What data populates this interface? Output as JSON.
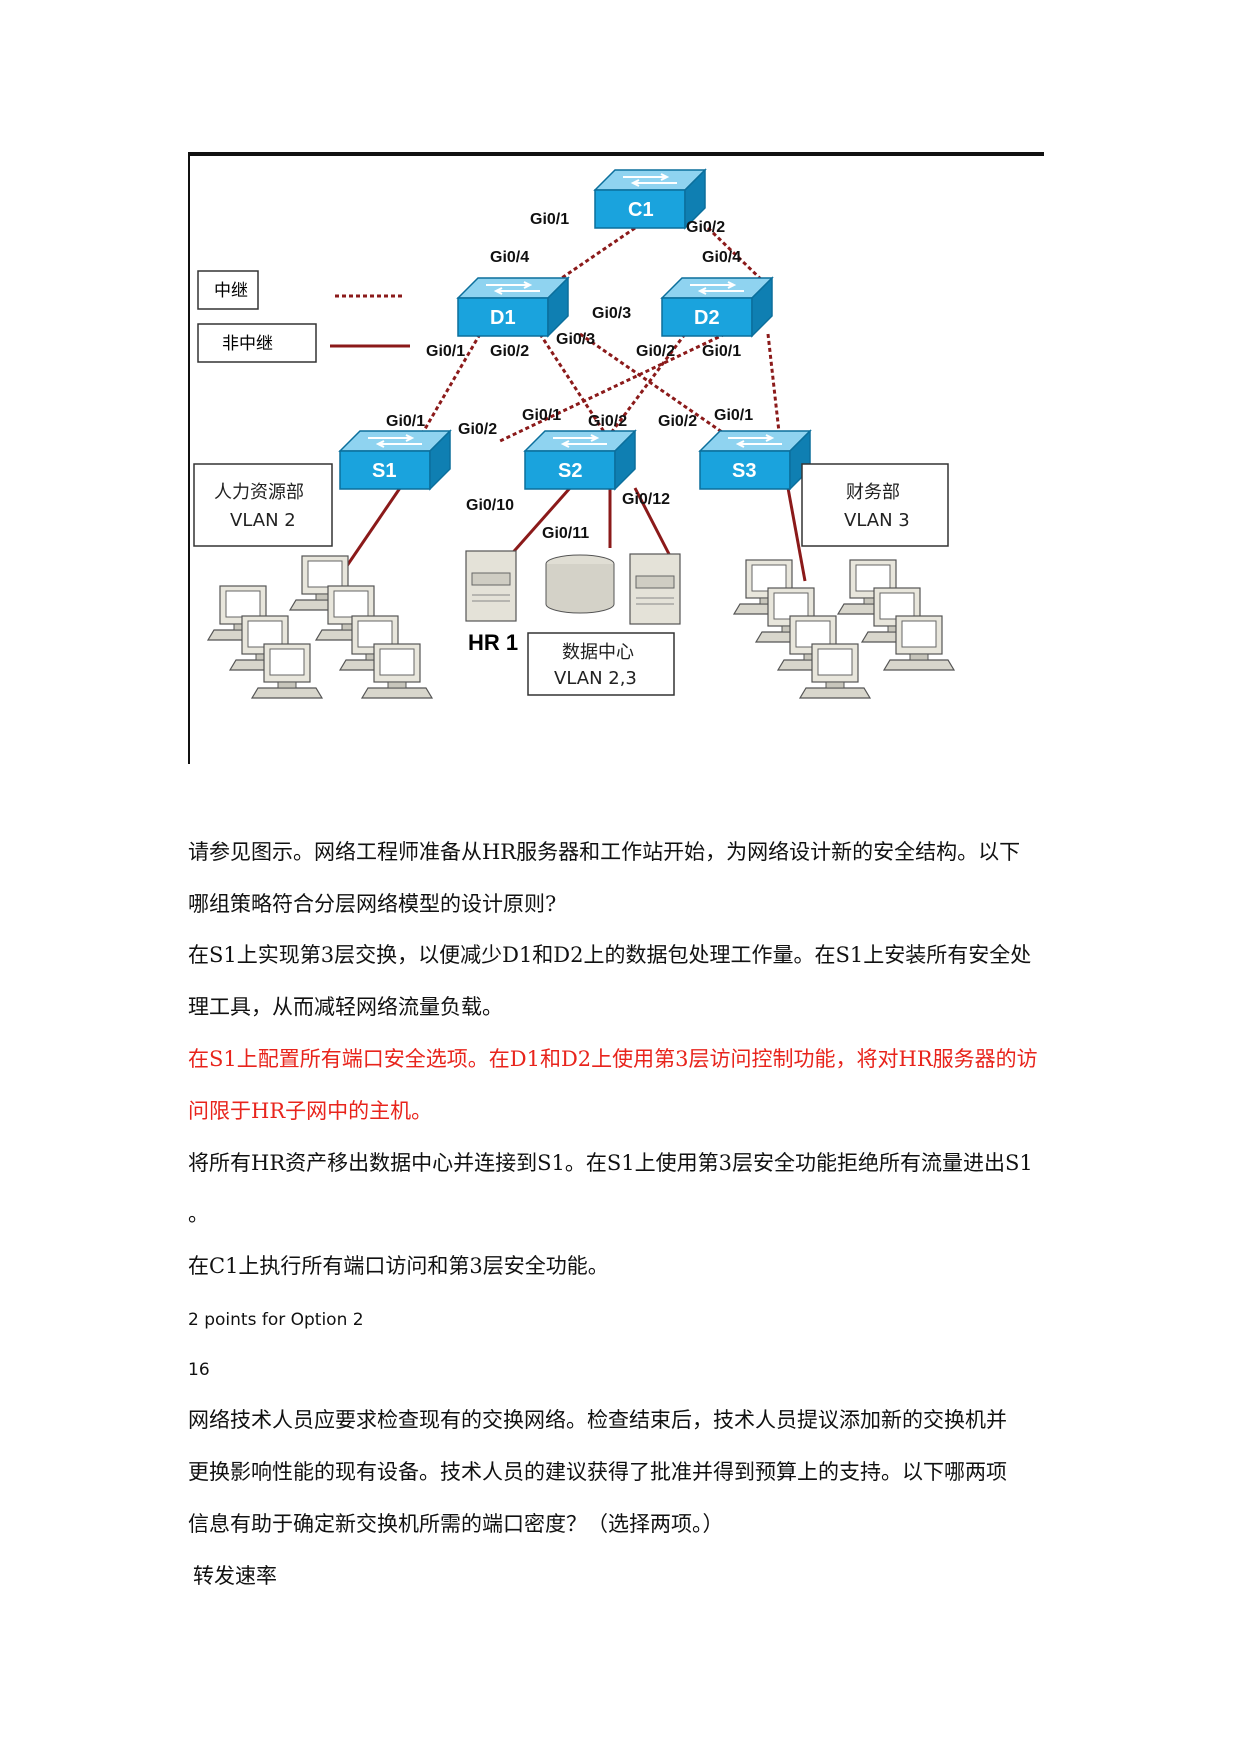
{
  "diagram": {
    "legend": {
      "trunk": "中继",
      "non_trunk": "非中继"
    },
    "switches": {
      "c1": "C1",
      "d1": "D1",
      "d2": "D2",
      "s1": "S1",
      "s2": "S2",
      "s3": "S3"
    },
    "ports": {
      "c1_gi01": "Gi0/1",
      "c1_gi02": "Gi0/2",
      "d1_gi04": "Gi0/4",
      "d2_gi04": "Gi0/4",
      "d1_gi01": "Gi0/1",
      "d1_gi02": "Gi0/2",
      "d1_gi03": "Gi0/3",
      "d2_gi03": "Gi0/3",
      "d2_gi02": "Gi0/2",
      "d2_gi01": "Gi0/1",
      "s1_gi01": "Gi0/1",
      "s1_gi02": "Gi0/2",
      "s2_gi01": "Gi0/1",
      "s2_gi02": "Gi0/2",
      "s3_gi02": "Gi0/2",
      "s3_gi01": "Gi0/1",
      "s2_gi010": "Gi0/10",
      "s2_gi011": "Gi0/11",
      "s2_gi012": "Gi0/12"
    },
    "boxes": {
      "hr_dept": "人力资源部",
      "hr_vlan": "VLAN 2",
      "fin_dept": "财务部",
      "fin_vlan": "VLAN 3",
      "dc": "数据中心",
      "dc_vlan": "VLAN 2,3"
    },
    "hr1": "HR 1"
  },
  "question15": {
    "stem_line1": "请参见图示。网络工程师准备从HR服务器和工作站开始，为网络设计新的安全结构。以下",
    "stem_line2": "哪组策略符合分层网络模型的设计原则?",
    "opt1_line1": "在S1上实现第3层交换，以便减少D1和D2上的数据包处理工作量。在S1上安装所有安全处",
    "opt1_line2": "理工具，从而减轻网络流量负载。",
    "opt2_line1": "在S1上配置所有端口安全选项。在D1和D2上使用第3层访问控制功能，将对HR服务器的访",
    "opt2_line2": "问限于HR子网中的主机。",
    "opt3_line1": "将所有HR资产移出数据中心并连接到S1。在S1上使用第3层安全功能拒绝所有流量进出S1",
    "opt3_line2": "。",
    "opt4": "在C1上执行所有端口访问和第3层安全功能。",
    "points": "2 points for Option 2"
  },
  "question16": {
    "number": "16",
    "stem_line1": "网络技术人员应要求检查现有的交换网络。检查结束后，技术人员提议添加新的交换机并",
    "stem_line2": "更换影响性能的现有设备。技术人员的建议获得了批准并得到预算上的支持。以下哪两项",
    "stem_line3": "信息有助于确定新交换机所需的端口密度？（选择两项。）",
    "opt1": "转发速率"
  },
  "colors": {
    "switch_blue": "#1aa3dd",
    "link_red": "#8b1a1a",
    "answer_red": "#e8241c"
  }
}
